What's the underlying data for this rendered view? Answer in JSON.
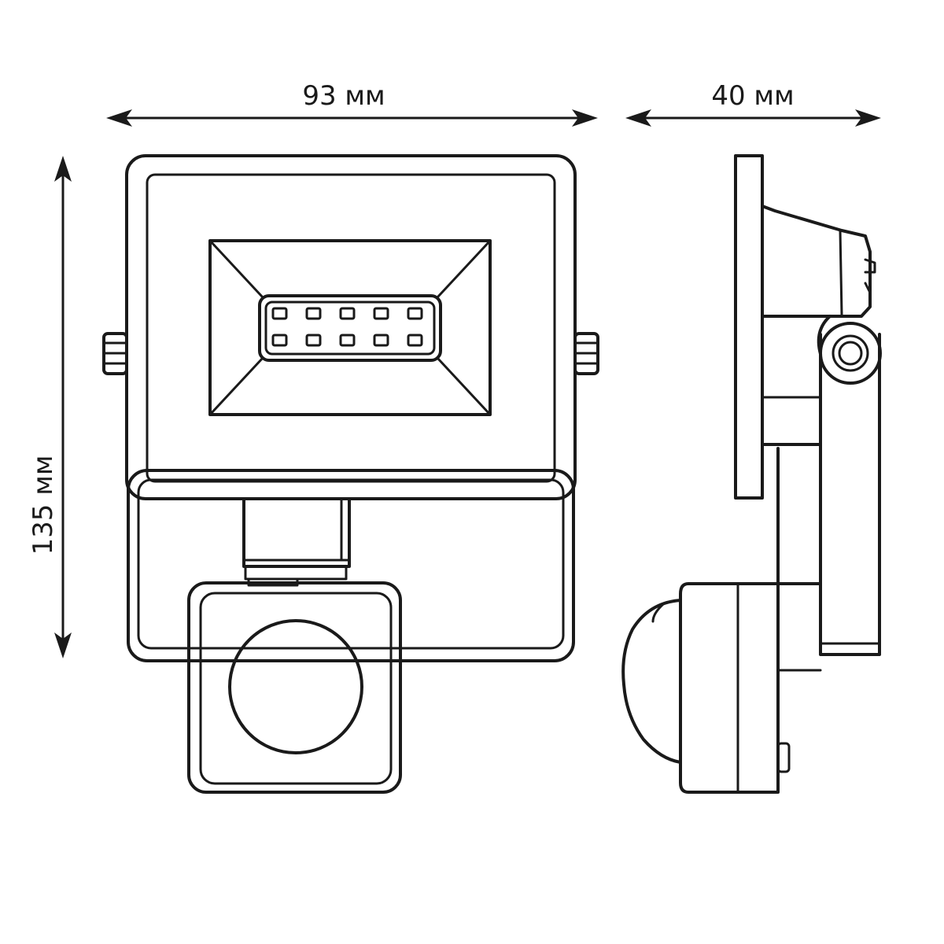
{
  "dimensions": {
    "width_label": "93 мм",
    "depth_label": "40 мм",
    "height_label": "135 мм"
  },
  "colors": {
    "line": "#1a1a1a",
    "background": "#ffffff"
  },
  "led_grid": {
    "rows": 2,
    "cols": 5
  }
}
